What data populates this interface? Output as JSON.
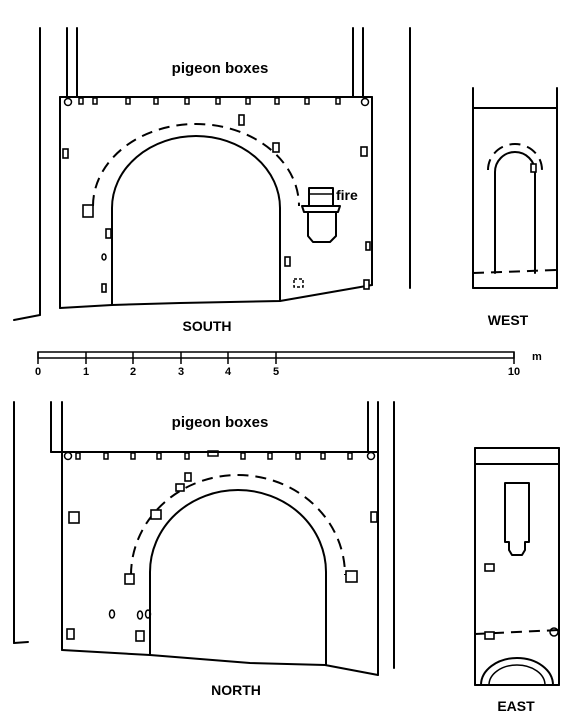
{
  "labels": {
    "south_top": "pigeon boxes",
    "fire": "fire",
    "south": "SOUTH",
    "west": "WEST",
    "north_top": "pigeon boxes",
    "north": "NORTH",
    "east": "EAST"
  },
  "scale": {
    "unit": "m",
    "ticks": [
      "0",
      "1",
      "2",
      "3",
      "4",
      "5",
      "10"
    ]
  }
}
